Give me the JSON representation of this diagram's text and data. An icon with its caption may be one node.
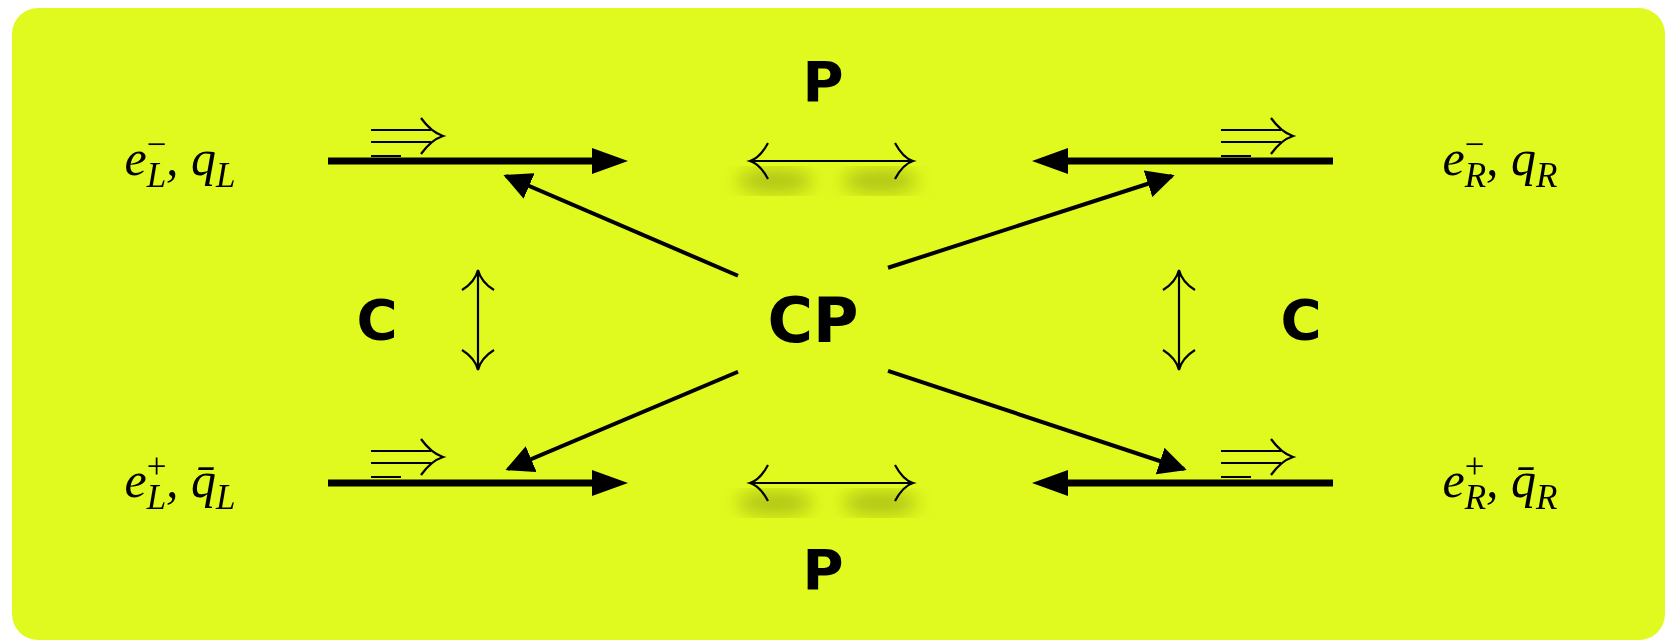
{
  "diagram": {
    "nodes": [
      {
        "text": [
          "CP"
        ]
      },
      {
        "text": [],
        "shape": "arrow"
      },
      {
        "text": [],
        "shape": "arrow"
      },
      {
        "text": [],
        "shape": "arrow"
      },
      {
        "text": [],
        "shape": "arrow"
      }
    ],
    "edges": [
      {
        "from": 0,
        "to": 1,
        "arrow": "to"
      },
      {
        "from": 0,
        "to": 2,
        "arrow": "to"
      },
      {
        "from": 0,
        "to": 3,
        "arrow": "to"
      },
      {
        "from": 0,
        "to": 4,
        "arrow": "to"
      }
    ],
    "labels": [
      "P",
      "e$^{−}$$_{L}$, q$_{L}$",
      "e$^{−}$$_{R}$, q$_{R}$",
      "C",
      "C",
      "e$^{+}$$_{L}$, q̄$_{L}$",
      "e$^{+}$$_{R}$, q̄$_{R}$",
      "P"
    ]
  }
}
